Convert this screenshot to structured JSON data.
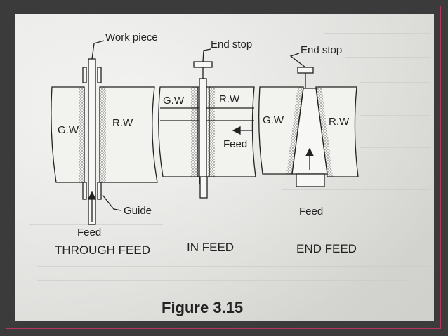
{
  "figure": {
    "caption": "Figure 3.15",
    "labels": {
      "work_piece": "Work piece",
      "end_stop_1": "End stop",
      "end_stop_2": "End stop",
      "gw_1": "G.W",
      "rw_1": "R.W",
      "gw_2": "G.W",
      "rw_2": "R.W",
      "gw_3": "G.W",
      "rw_3": "R.W",
      "feed_1": "Feed",
      "feed_2": "Feed",
      "feed_3": "Feed",
      "guide": "Guide"
    },
    "captions": {
      "through_feed": "THROUGH FEED",
      "in_feed": "IN FEED",
      "end_feed": "END FEED"
    }
  }
}
